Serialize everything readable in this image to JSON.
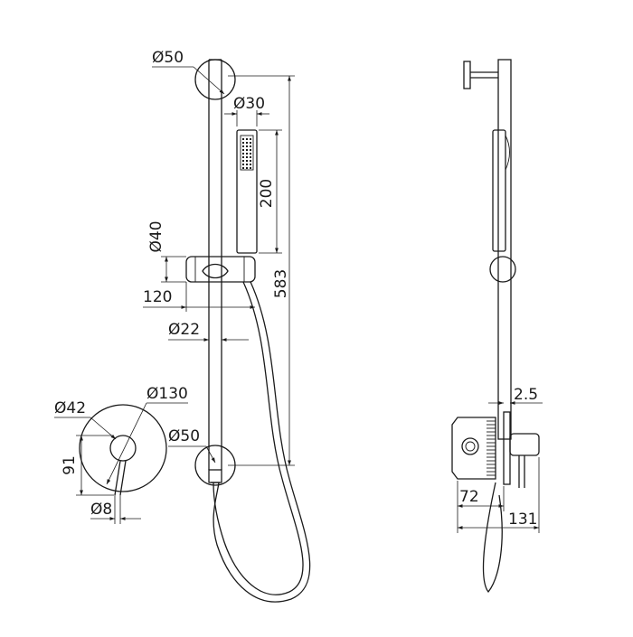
{
  "drawing": {
    "colors": {
      "line": "#1a1a1a",
      "background": "#ffffff"
    },
    "front_view": {
      "rail_bracket_top_diameter": "Ø50",
      "handshower_diameter": "Ø30",
      "handshower_length": "200",
      "holder_diameter": "Ø40",
      "holder_projection": "120",
      "rail_diameter": "Ø22",
      "rail_length": "583",
      "rail_bracket_bottom_diameter": "Ø50"
    },
    "mixer_front": {
      "handle_diameter": "Ø42",
      "plate_diameter": "Ø130",
      "handle_height": "91",
      "lever_diameter": "Ø8"
    },
    "side_view": {
      "plate_thickness": "2.5",
      "mixer_depth": "72",
      "total_projection": "131"
    }
  }
}
